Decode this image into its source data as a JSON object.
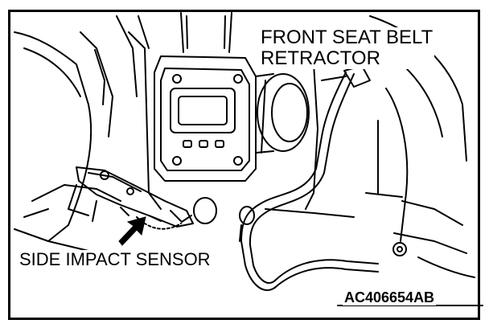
{
  "labels": {
    "retractor_line1": "FRONT SEAT BELT",
    "retractor_line2": "RETRACTOR",
    "sensor": "SIDE IMPACT SENSOR",
    "figure_code": "AC406654AB"
  },
  "colors": {
    "line": "#000000",
    "background": "#ffffff"
  }
}
